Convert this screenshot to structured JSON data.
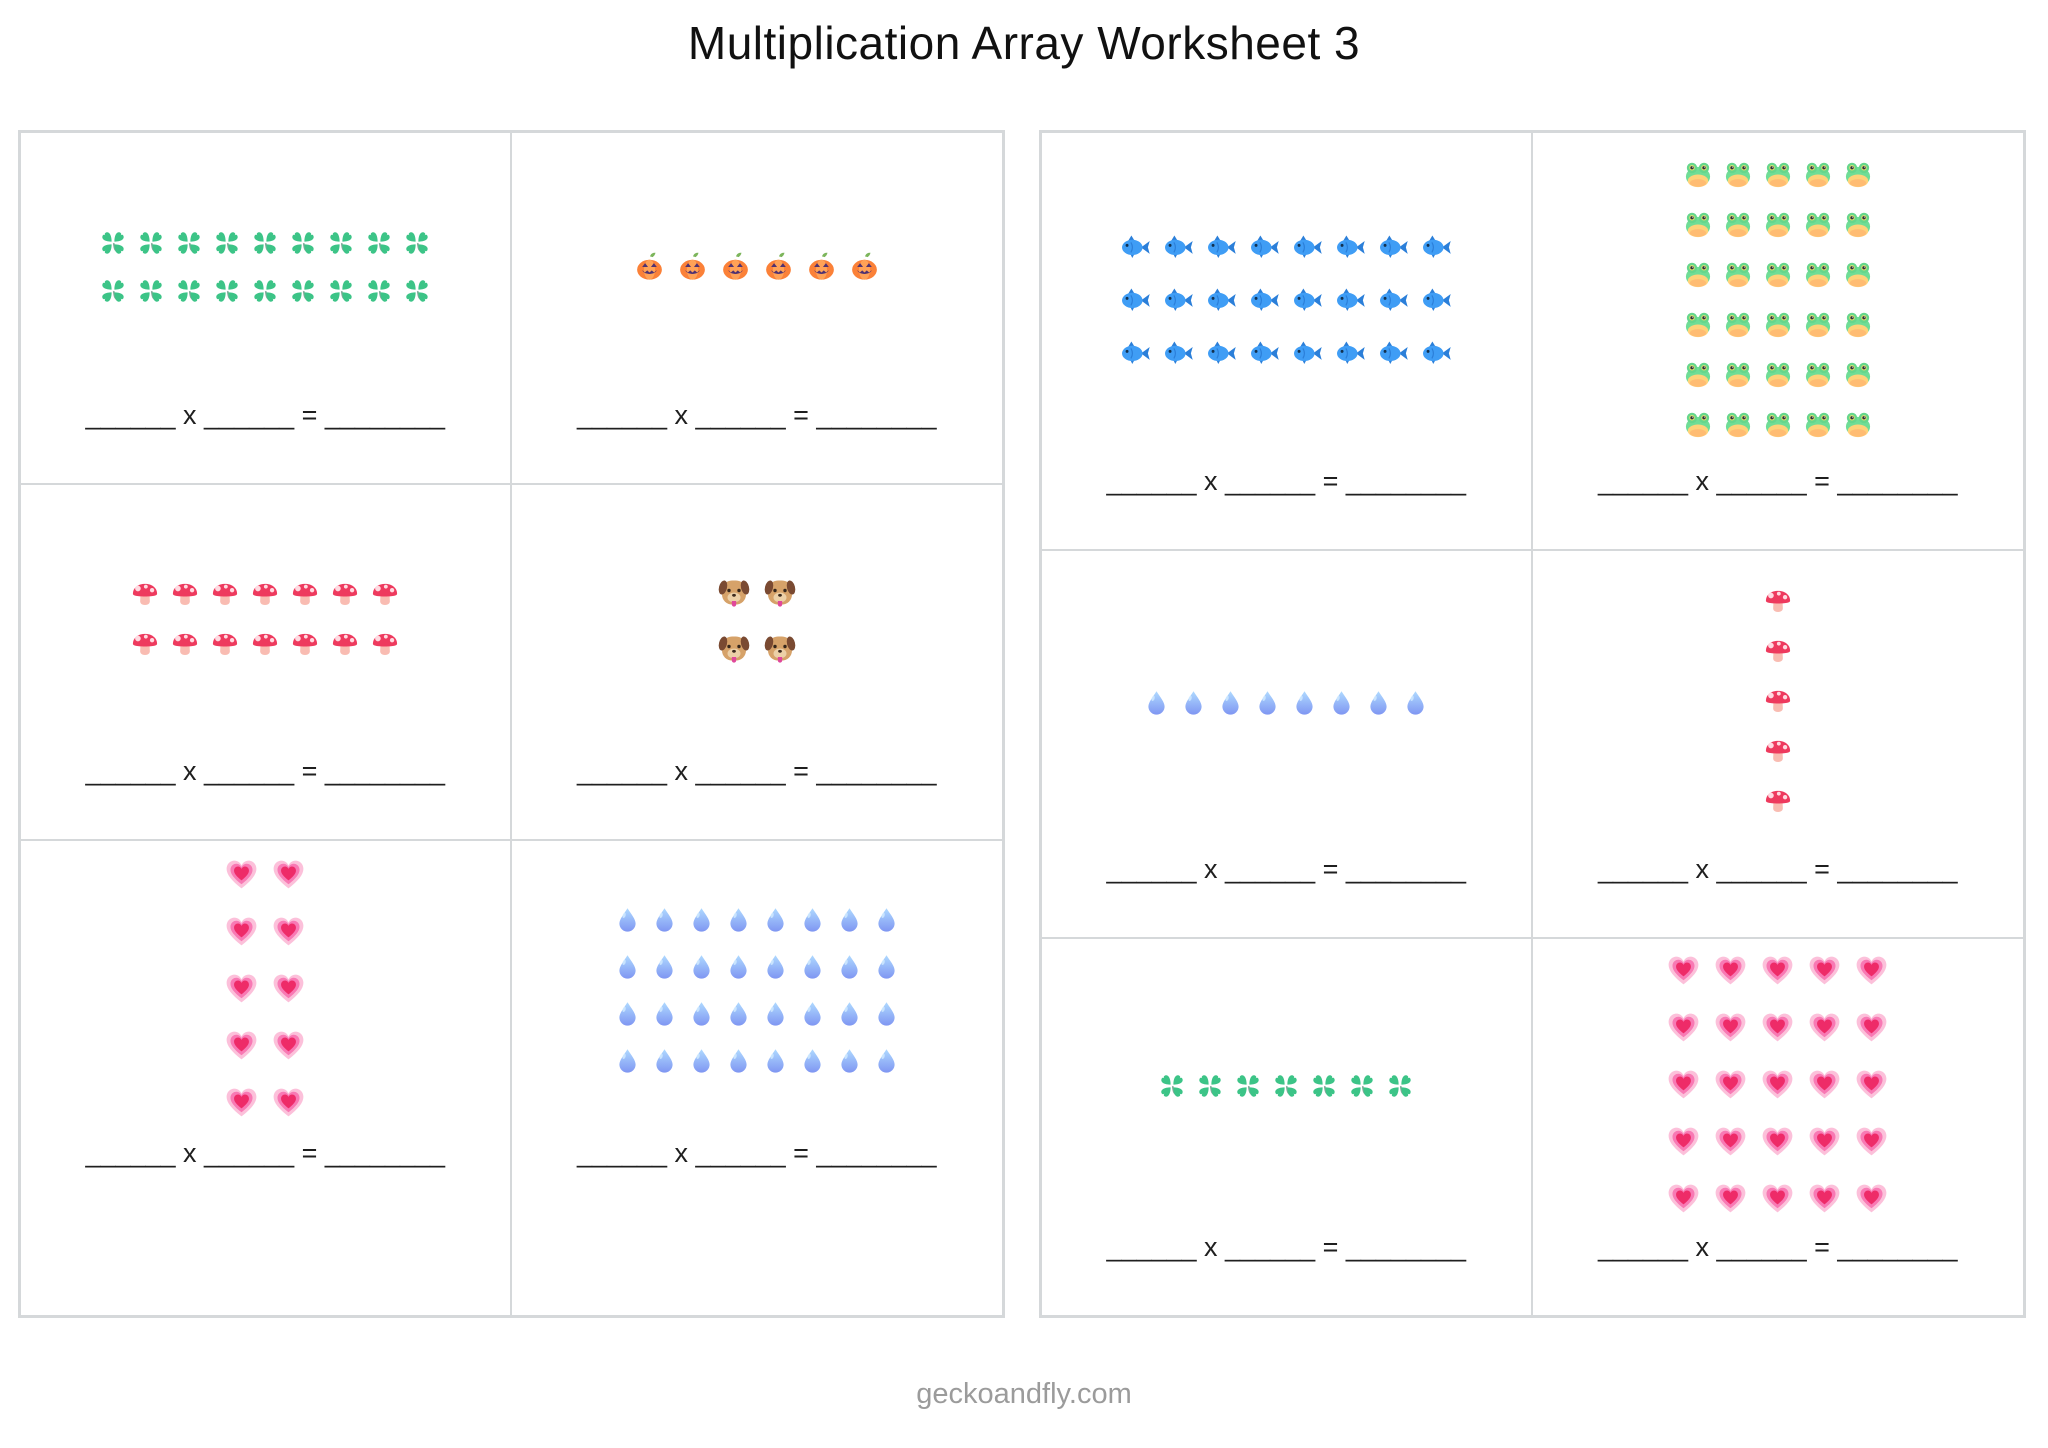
{
  "page": {
    "title": "Multiplication Array Worksheet 3",
    "footer": "geckoandfly.com"
  },
  "colors": {
    "background": "#ffffff",
    "table_border": "#d5d8da",
    "title_text": "#111111",
    "equation_text": "#1f1f1f",
    "footer_text": "#9b9b9b"
  },
  "emoji_palette": {
    "four-leaf-clover": "#3cc487",
    "jack-o-lantern": "#fb8138",
    "mushroom": "#ee3a5e",
    "dog-face": "#d6a269",
    "growing-heart": "#ee2b68",
    "droplet": "#8fb0f6",
    "fish": "#3f9df5",
    "frog-face": "#6fdd96"
  },
  "tables": [
    {
      "name": "left",
      "cells": [
        {
          "emoji": "four-leaf-clover",
          "rows": 2,
          "cols": 9,
          "count": 18,
          "equation": "______ x ______ = ________"
        },
        {
          "emoji": "jack-o-lantern",
          "rows": 1,
          "cols": 6,
          "count": 6,
          "equation": "______ x ______ = ________"
        },
        {
          "emoji": "mushroom",
          "rows": 2,
          "cols": 7,
          "count": 14,
          "equation": "______ x ______ = ________"
        },
        {
          "emoji": "dog-face",
          "rows": 2,
          "cols": 2,
          "count": 4,
          "equation": "______ x ______ = ________"
        },
        {
          "emoji": "growing-heart",
          "rows": 5,
          "cols": 2,
          "count": 10,
          "equation": "______ x ______ = ________"
        },
        {
          "emoji": "droplet",
          "rows": 4,
          "cols": 8,
          "count": 32,
          "equation": "______ x ______ = ________"
        }
      ]
    },
    {
      "name": "right",
      "cells": [
        {
          "emoji": "fish",
          "rows": 3,
          "cols": 8,
          "count": 24,
          "equation": "______ x ______ = ________"
        },
        {
          "emoji": "frog-face",
          "rows": 6,
          "cols": 5,
          "count": 30,
          "equation": "______ x ______ = ________"
        },
        {
          "emoji": "droplet",
          "rows": 1,
          "cols": 8,
          "count": 8,
          "equation": "______ x ______ = ________"
        },
        {
          "emoji": "mushroom",
          "rows": 5,
          "cols": 1,
          "count": 5,
          "equation": "______ x ______ = ________"
        },
        {
          "emoji": "four-leaf-clover",
          "rows": 1,
          "cols": 7,
          "count": 7,
          "equation": "______ x ______ = ________"
        },
        {
          "emoji": "growing-heart",
          "rows": 5,
          "cols": 5,
          "count": 25,
          "equation": "______ x ______ = ________"
        }
      ]
    }
  ]
}
